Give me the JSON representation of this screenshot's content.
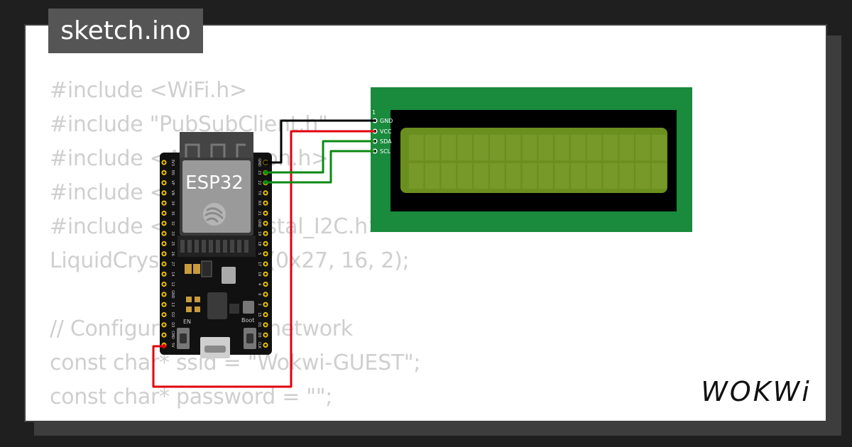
{
  "tab": {
    "title": "sketch.ino"
  },
  "code": {
    "lines": [
      "#include <WiFi.h>",
      "#include \"PubSubClient.h\"",
      "#include <ArduinoJson.h>",
      "#include <Wire.h>",
      "#include <LiquidCrystal_I2C.h>",
      "LiquidCrystal_I2C lcd(0x27, 16, 2);",
      "",
      "// Configure the WiFi network",
      "const char* ssid = \"Wokwi-GUEST\";",
      "const char* password = \"\";"
    ]
  },
  "esp32": {
    "chip_label": "ESP32",
    "en_label": "EN",
    "boot_label": "Boot",
    "left_pins": [
      "3V3",
      "EN",
      "VP",
      "VN",
      "34",
      "35",
      "32",
      "33",
      "25",
      "26",
      "27",
      "14",
      "12",
      "GND",
      "13",
      "D2",
      "D3",
      "CMD",
      "5V"
    ],
    "right_pins": [
      "GND",
      "23",
      "22",
      "TX",
      "RX",
      "21",
      "GND",
      "19",
      "18",
      "5",
      "17",
      "16",
      "4",
      "0",
      "2",
      "15",
      "D1",
      "D0",
      "CLK"
    ]
  },
  "lcd": {
    "pin1_label": "1",
    "pins": [
      "GND",
      "VCC",
      "SDA",
      "SCL"
    ]
  },
  "brand": {
    "logo_text": "WOKWi"
  },
  "colors": {
    "background": "#1f1f1f",
    "card": "#ffffff",
    "code_text": "#cfcfcf",
    "tab_bg": "#555555",
    "lcd_board": "#1a8a3c",
    "lcd_screen": "#6b8f1e",
    "wire_gnd": "#000000",
    "wire_vcc": "#e0000e",
    "wire_signal": "#0b8a12"
  }
}
